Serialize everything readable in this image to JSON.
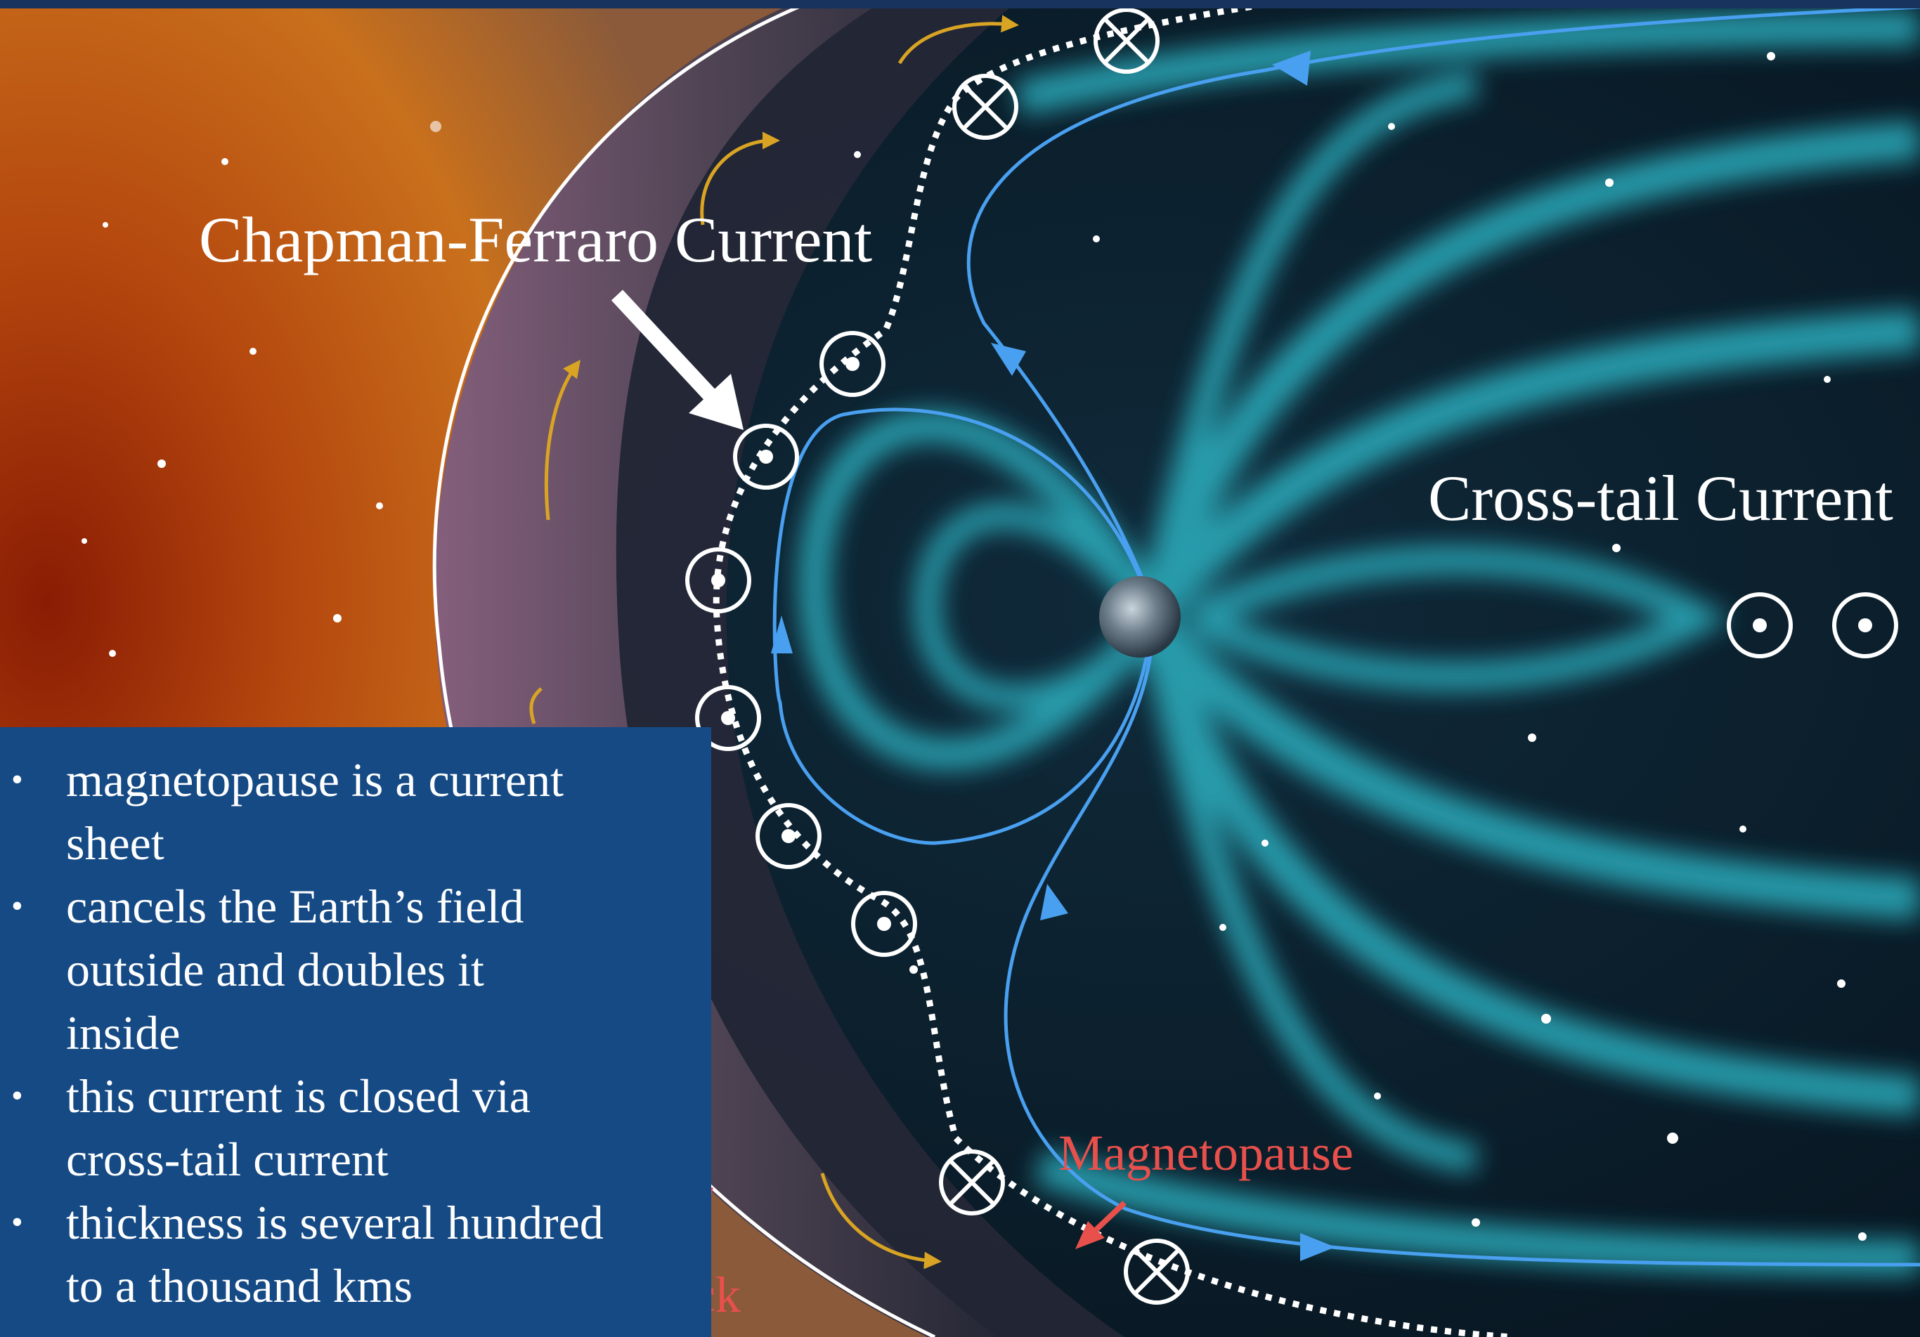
{
  "labels": {
    "chapman_ferraro": "Chapman-Ferraro Current",
    "cross_tail": "Cross-tail Current",
    "magnetopause": "Magnetopause",
    "bow_shock_fragment": "ck"
  },
  "notes": [
    {
      "text": "magnetopause is a current\nsheet"
    },
    {
      "text": "cancels the Earth’s field\noutside and doubles it\ninside"
    },
    {
      "text": "this current is closed via\ncross-tail current"
    },
    {
      "text": "thickness is several hundred\nto a thousand kms"
    }
  ],
  "bullet_glyph": "•",
  "colors": {
    "field_lines": "#4aa0f0",
    "current_markers": "#ffffff",
    "flow_arrows": "#d9a423",
    "magnetopause_label": "#e8504c",
    "notes_background": "#154a85",
    "solar_wind": "#c25a14",
    "magnetosphere_glow": "#2aa8b8"
  }
}
